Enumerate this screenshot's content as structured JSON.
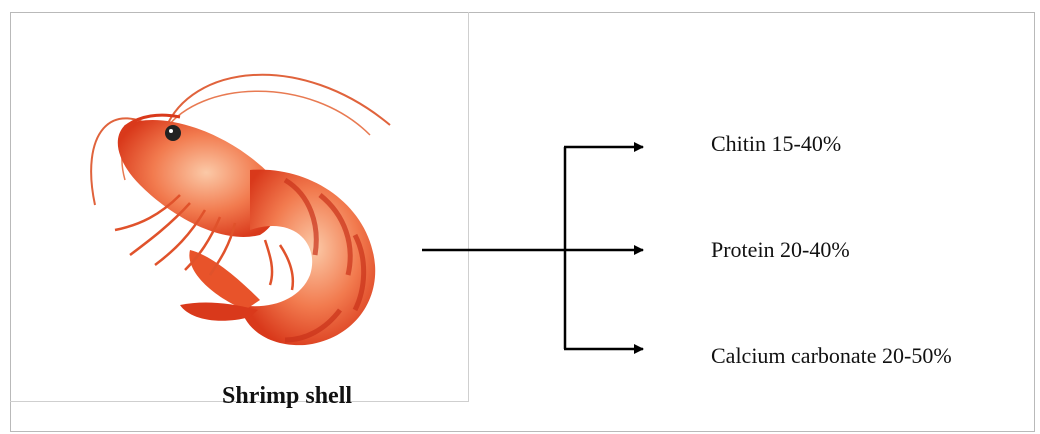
{
  "diagram": {
    "source": {
      "caption": "Shrimp shell",
      "image": "shrimp-illustration"
    },
    "components": [
      {
        "label": "Chitin 15-40%"
      },
      {
        "label": "Protein 20-40%"
      },
      {
        "label": "Calcium carbonate 20-50%"
      }
    ],
    "colors": {
      "shrimp_body": "#e8532a",
      "shrimp_light": "#f7a37d",
      "arrow": "#000000"
    }
  }
}
